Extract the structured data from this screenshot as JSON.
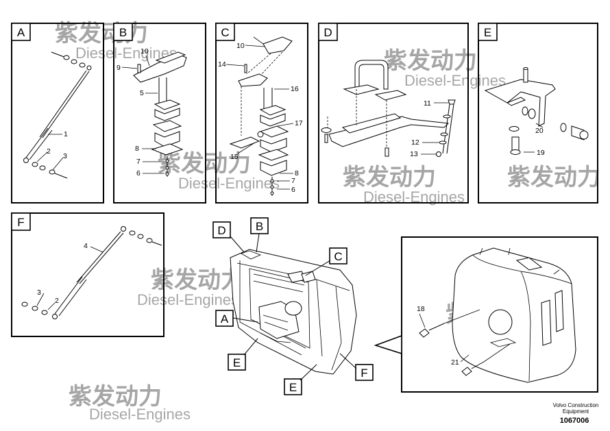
{
  "watermark": {
    "line1": "紫发动力",
    "line2": "Diesel-Engines"
  },
  "panels": [
    {
      "id": "A",
      "label": "A",
      "callouts": [
        "1",
        "2",
        "3"
      ]
    },
    {
      "id": "B",
      "label": "B",
      "callouts": [
        "10",
        "9",
        "5",
        "8",
        "7",
        "6"
      ]
    },
    {
      "id": "C",
      "label": "C",
      "callouts": [
        "10",
        "14",
        "16",
        "17",
        "15",
        "8",
        "7",
        "6"
      ]
    },
    {
      "id": "D",
      "label": "D",
      "callouts": [
        "11",
        "12",
        "13"
      ]
    },
    {
      "id": "E",
      "label": "E",
      "callouts": [
        "20",
        "19"
      ]
    },
    {
      "id": "F",
      "label": "F",
      "callouts": [
        "4",
        "3",
        "2"
      ]
    }
  ],
  "overview_tags": [
    "D",
    "B",
    "C",
    "A",
    "E",
    "E",
    "F"
  ],
  "tank_callouts": [
    "18",
    "21"
  ],
  "footer": {
    "company_line1": "Volvo Construction",
    "company_line2": "Equipment",
    "drawing_number": "1067006"
  }
}
